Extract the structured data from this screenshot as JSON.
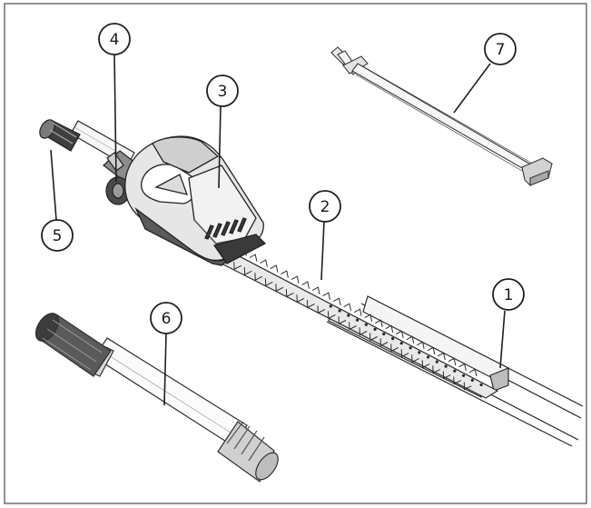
{
  "diagram": {
    "callouts": [
      {
        "id": "c1",
        "label": "1",
        "part": "blade-guard"
      },
      {
        "id": "c2",
        "label": "2",
        "part": "cutting-blade"
      },
      {
        "id": "c3",
        "label": "3",
        "part": "gear-head-housing"
      },
      {
        "id": "c4",
        "label": "4",
        "part": "locking-knob"
      },
      {
        "id": "c5",
        "label": "5",
        "part": "shaft-coupling"
      },
      {
        "id": "c6",
        "label": "6",
        "part": "extension-pole"
      },
      {
        "id": "c7",
        "label": "7",
        "part": "mounting-tool"
      }
    ],
    "colors": {
      "line": "#2a2a2a",
      "fill": "#ffffff",
      "shade_light": "#e6e6e6",
      "shade_mid": "#bdbdbd",
      "shade_dark": "#4a4a4a",
      "frame": "#6e6e6e"
    }
  }
}
